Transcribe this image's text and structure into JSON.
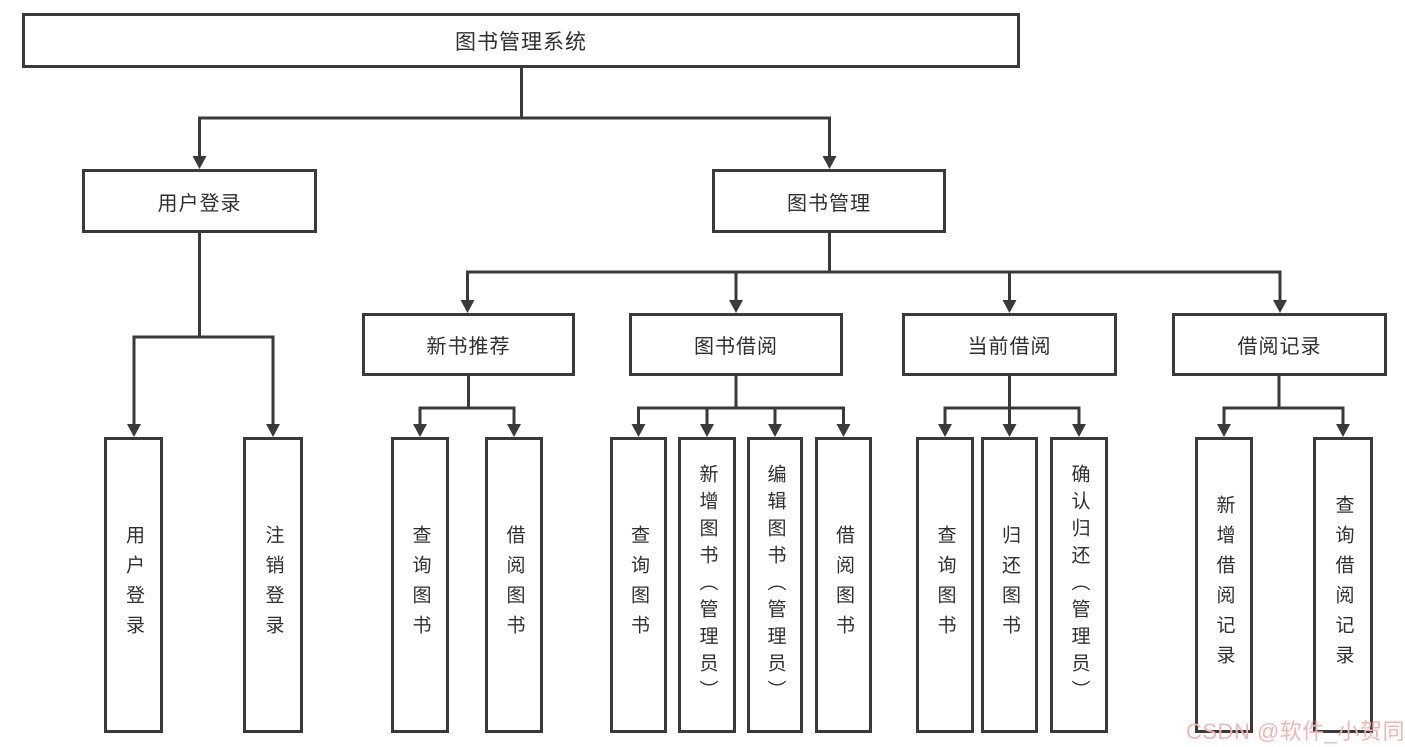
{
  "diagram": {
    "root": {
      "label": "图书管理系统"
    },
    "branches": {
      "user_login": {
        "label": "用户登录",
        "children": [
          "用户登录",
          "注销登录"
        ]
      },
      "book_management": {
        "label": "图书管理"
      },
      "new_book": {
        "label": "新书推荐",
        "children": [
          "查询图书",
          "借阅图书"
        ]
      },
      "book_borrow": {
        "label": "图书借阅",
        "children": [
          "查询图书",
          "新增图书（管理员）",
          "编辑图书（管理员）",
          "借阅图书"
        ]
      },
      "current_borrow": {
        "label": "当前借阅",
        "children": [
          "查询图书",
          "归还图书",
          "确认归还（管理员）"
        ]
      },
      "borrow_record": {
        "label": "借阅记录",
        "children": [
          "新增借阅记录",
          "查询借阅记录"
        ]
      }
    }
  },
  "watermark": {
    "text": "CSDN @软件_小贺同学",
    "color": "#f2b5b5"
  },
  "colors": {
    "line": "#3a3a3a",
    "text": "#2f2f2f",
    "background": "#ffffff",
    "box_fill": "#ffffff",
    "watermark": "#f2b5b5"
  }
}
